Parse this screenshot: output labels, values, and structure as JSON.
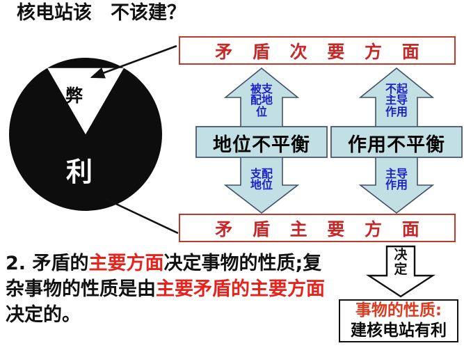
{
  "title": "核电站该　不该建？",
  "pie": {
    "slice_label": "弊",
    "main_label": "利",
    "main_color": "#0d0d0d",
    "slice_color": "#ffffff"
  },
  "banners": {
    "secondary": "矛 盾 次 要 方 面",
    "primary": "矛 盾 主 要 方 面",
    "color": "#c62828"
  },
  "crosses": [
    {
      "id": "status",
      "top_label": "被支\n配地\n位",
      "center_label": "地位不平衡",
      "bottom_label": "支配\n地位",
      "fill": "#c2dfe3",
      "stroke": "#40506a",
      "label_color": "#2020c8"
    },
    {
      "id": "function",
      "top_label": "不起\n主导\n作用",
      "center_label": "作用不平衡",
      "bottom_label": "主导\n作用",
      "fill": "#c2dfe3",
      "stroke": "#40506a",
      "label_color": "#2020c8"
    }
  ],
  "statement": {
    "number": "2. ",
    "seg1": "矛盾的",
    "hl1": "主要方面",
    "seg2": "决定事物的性质;复杂事物的性质是由",
    "hl2": "主要矛盾的主要方面",
    "seg3": "决定的。",
    "highlight_color": "#e8211b"
  },
  "decide_arrow": {
    "label": "决\n定"
  },
  "result_box": {
    "line1": "事物的性质:",
    "line2": "建核电站有利",
    "line1_color": "#e03a1e",
    "line2_color": "#0a0a0a"
  }
}
